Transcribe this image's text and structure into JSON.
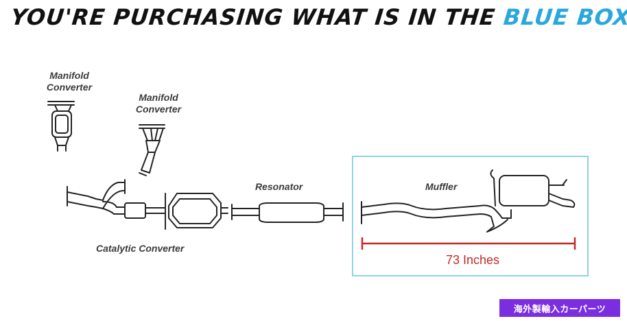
{
  "header": {
    "title_main": "YOU'RE PURCHASING WHAT IS IN THE ",
    "title_accent": "BLUE BOX"
  },
  "labels": {
    "manifold_converter_1": "Manifold\nConverter",
    "manifold_converter_2": "Manifold\nConverter",
    "resonator": "Resonator",
    "muffler": "Muffler",
    "catalytic_converter": "Catalytic Converter"
  },
  "measurement": {
    "text": "73 Inches"
  },
  "watermark": {
    "text": "海外製輸入カーパーツ"
  },
  "colors": {
    "accent_blue": "#2aa8dc",
    "box_border": "#8fd3e6",
    "measure_red": "#c62828",
    "watermark_bg": "#7b2ee0"
  }
}
